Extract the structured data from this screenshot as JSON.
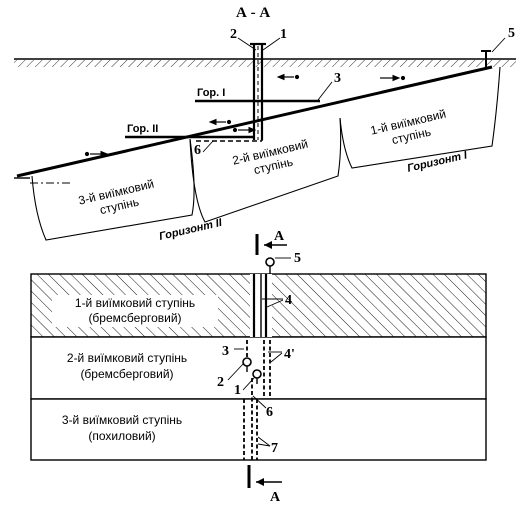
{
  "section": {
    "title": "А - А",
    "horizon_labels": [
      "Гор. I",
      "Гор. II"
    ],
    "step_labels": [
      [
        "1-й виїмковий",
        "ступінь"
      ],
      [
        "2-й виїмковий",
        "ступінь"
      ],
      [
        "3-й виїмковий",
        "ступінь"
      ]
    ],
    "horizon_names": [
      "Горизонт I",
      "Горизонт II"
    ],
    "callouts": [
      "1",
      "2",
      "3",
      "5",
      "6"
    ]
  },
  "plan": {
    "cut_marker": "A",
    "steps": [
      [
        "1-й виїмковий ступінь",
        "(бремсберговий)"
      ],
      [
        "2-й виїмковий ступінь",
        "(бремсберговий)"
      ],
      [
        "3-й виїмковий ступінь",
        "(похиловий)"
      ]
    ],
    "callouts": [
      "1",
      "2",
      "3",
      "4",
      "4'",
      "5",
      "6",
      "7"
    ]
  }
}
